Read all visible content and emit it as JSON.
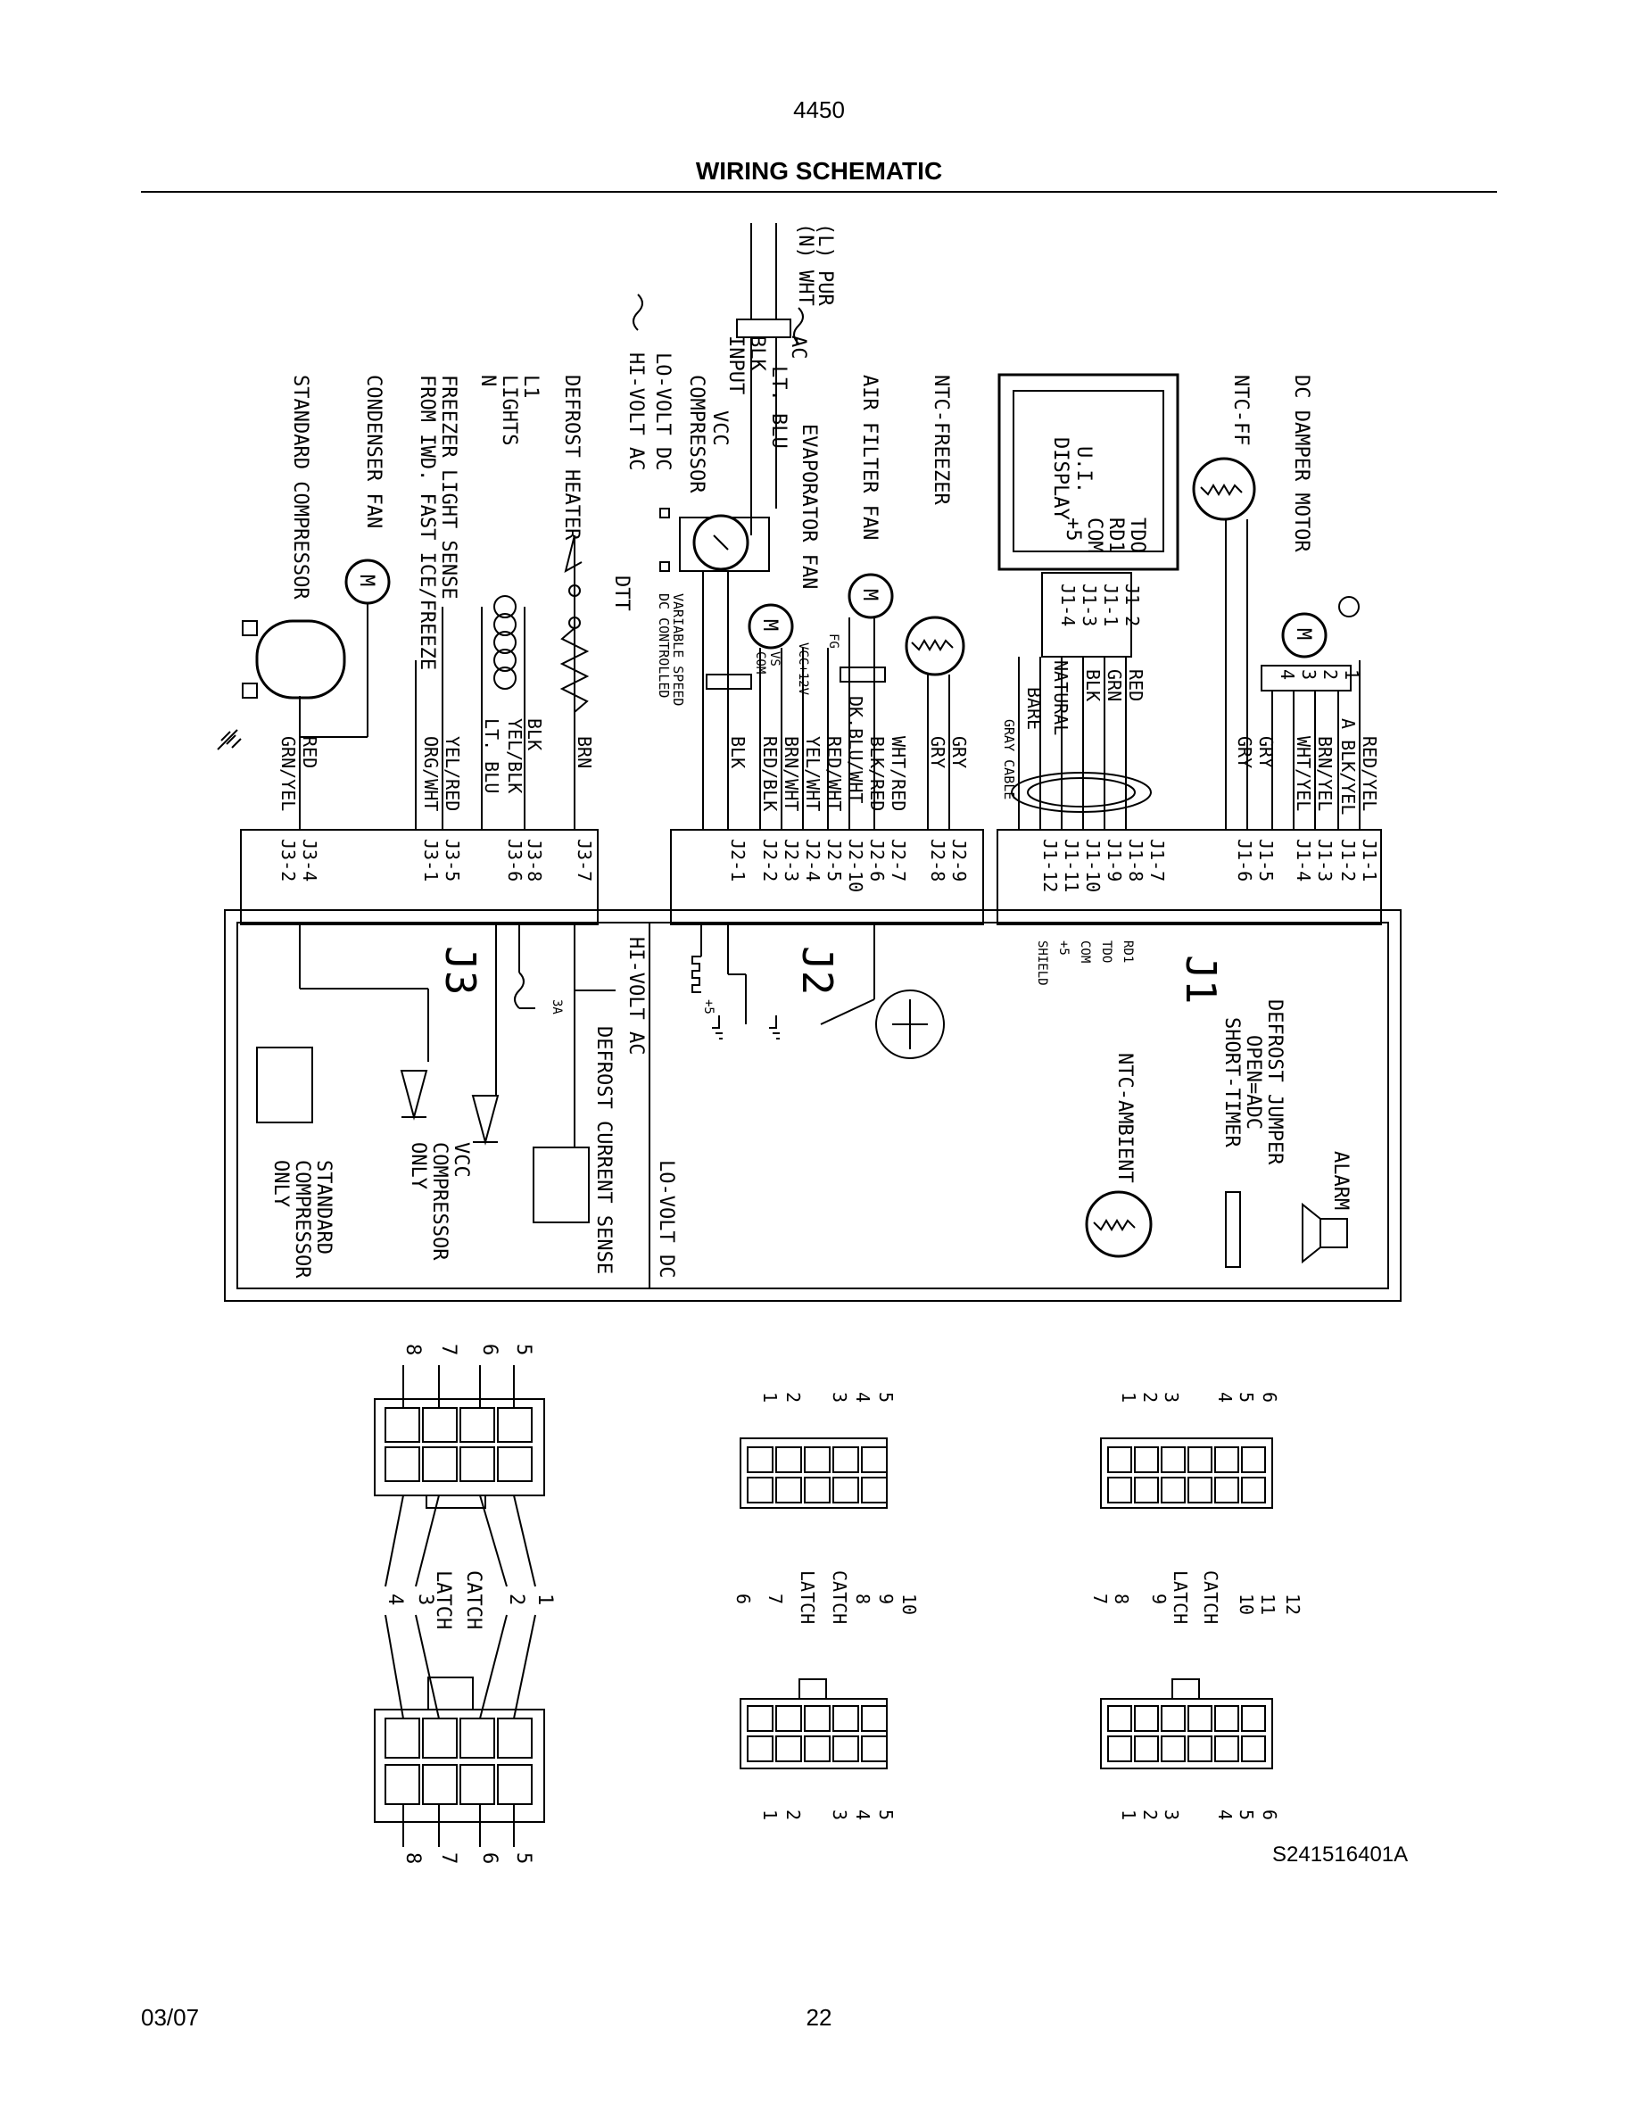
{
  "header": {
    "model": "4450",
    "title": "WIRING SCHEMATIC"
  },
  "footer": {
    "date": "03/07",
    "page": "22",
    "part_number": "S241516401A"
  },
  "labels": {
    "power": [
      "(N) WHT",
      "(L) PUR"
    ],
    "ac": "AC",
    "input": "INPUT",
    "blk": "BLK",
    "lt_blu": "LT. BLU",
    "hi_volt_ac": "HI-VOLT AC",
    "lo_volt_dc": "LO-VOLT DC",
    "vcc_compressor": [
      "VCC",
      "COMPRESSOR"
    ],
    "evaporator_fan": "EVAPORATOR FAN",
    "air_filter_fan": "AIR FILTER FAN",
    "ntc_freezer": "NTC-FREEZER",
    "ntc_ff": "NTC-FF",
    "dc_damper_motor": "DC DAMPER MOTOR",
    "defrost_heater": "DEFROST HEATER",
    "lights": [
      "L1",
      "LIGHTS",
      "N"
    ],
    "freezer_light_sense": "FREEZER LIGHT SENSE",
    "fast_ice": "FROM IWD. FAST ICE/FREEZE",
    "condenser_fan": "CONDENSER FAN",
    "standard_compressor": "STANDARD COMPRESSOR",
    "dtt": "DTT",
    "variable_speed": [
      "VARIABLE SPEED",
      "DC CONTROLLED"
    ],
    "ui_display": [
      "U.I.",
      "DISPLAY"
    ],
    "ui_pins": [
      "TDO",
      "RD1",
      "COM",
      "+5"
    ],
    "gray_cable": "GRAY CABLE",
    "bare": "BARE",
    "natural": "NATURAL",
    "fan_pins": [
      "VCC+12V",
      "VS",
      "COM",
      "FG"
    ],
    "motor": "M"
  },
  "wires_left": [
    "BRN",
    "BLK",
    "YEL/BLK",
    "LT. BLU",
    "YEL/RED",
    "ORG/WHT",
    "RED",
    "GRN/YEL"
  ],
  "wires_mid": [
    "GRY",
    "GRY",
    "WHT/RED",
    "BLK/RED",
    "DK.BLU/WHT",
    "RED/WHT",
    "YEL/WHT",
    "BRN/WHT",
    "RED/BLK",
    "BLK"
  ],
  "wires_right": [
    "RED/YEL",
    "A BLK/YEL",
    "BRN/YEL",
    "WHT/YEL",
    "GRY",
    "GRY",
    "RED",
    "GRN",
    "BLK",
    "NATURAL"
  ],
  "j3_pins": [
    "J3-7",
    "J3-8",
    "J3-6",
    "J3-5",
    "J3-1",
    "J3-4",
    "J3-2"
  ],
  "j2_pins": [
    "J2-9",
    "J2-8",
    "J2-7",
    "J2-6",
    "J2-10",
    "J2-5",
    "J2-4",
    "J2-3",
    "J2-2",
    "J2-1"
  ],
  "j1_pins": [
    "J1-1",
    "J1-2",
    "J1-3",
    "J1-4",
    "J1-5",
    "J1-6",
    "J1-7",
    "J1-8",
    "J1-9",
    "J1-10",
    "J1-11",
    "J1-12"
  ],
  "j1_connector_pins": [
    "J1-2",
    "J1-1",
    "J1-3",
    "J1-4"
  ],
  "damper_pins": [
    "1",
    "2",
    "3",
    "4"
  ],
  "board": {
    "j1": "J1",
    "j2": "J2",
    "j3": "J3",
    "hi_volt_ac": "HI-VOLT AC",
    "lo_volt_dc": "LO-VOLT DC",
    "defrost_current_sense": "DEFROST CURRENT SENSE",
    "fuse": "3A",
    "vcc_only": [
      "VCC",
      "COMPRESSOR",
      "ONLY"
    ],
    "std_only": [
      "STANDARD",
      "COMPRESSOR",
      "ONLY"
    ],
    "j1_signals": [
      "RD1",
      "TDO",
      "COM",
      "+5",
      "SHIELD"
    ],
    "defrost_jumper": [
      "DEFROST JUMPER",
      "OPEN=ADC",
      "SHORT-TIMER"
    ],
    "ntc_ambient": "NTC-AMBIENT",
    "alarm": "ALARM",
    "plus5": "+5"
  },
  "connectors": {
    "catch": "CATCH",
    "latch": "LATCH",
    "c8_top": [
      "8",
      "7",
      "6",
      "5"
    ],
    "c8_bottom": [
      "4",
      "3",
      "2",
      "1"
    ],
    "c10_top": [
      "1",
      "2",
      "3",
      "4",
      "5"
    ],
    "c10_bottom": [
      "6",
      "7",
      "8",
      "9",
      "10"
    ],
    "c12_top": [
      "1",
      "2",
      "3",
      "4",
      "5",
      "6"
    ],
    "c12_bottom": [
      "7",
      "8",
      "9",
      "10",
      "11",
      "12"
    ]
  }
}
